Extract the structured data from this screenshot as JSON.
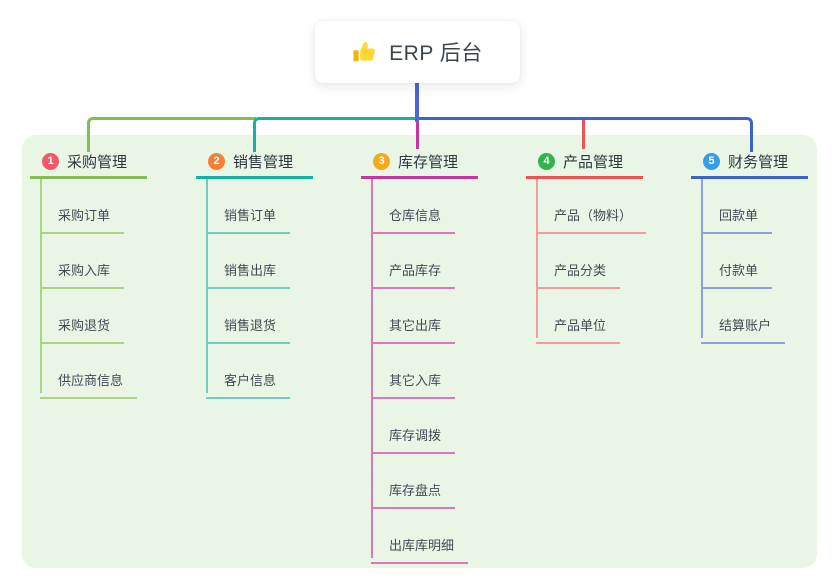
{
  "root": {
    "title": "ERP 后台",
    "icon": "thumbs-up-icon",
    "line_color": "#4d64d2",
    "card_bg": "#ffffff",
    "title_color": "#3b454e",
    "thumb_colors": {
      "hand": "#fdd835",
      "cuff": "#f6b40e"
    }
  },
  "canvas": {
    "panel_bg": "#eaf6e5",
    "page_bg": "#ffffff"
  },
  "branches": [
    {
      "num": "1",
      "label": "采购管理",
      "badge_color": "#f15968",
      "line_color": "#84bd50",
      "child_line_color": "#aad386",
      "children": [
        "采购订单",
        "采购入库",
        "采购退货",
        "供应商信息"
      ]
    },
    {
      "num": "2",
      "label": "销售管理",
      "badge_color": "#f67f36",
      "line_color": "#13b2a3",
      "child_line_color": "#72ccc2",
      "children": [
        "销售订单",
        "销售出库",
        "销售退货",
        "客户信息"
      ]
    },
    {
      "num": "3",
      "label": "库存管理",
      "badge_color": "#f6a91c",
      "line_color": "#ca349d",
      "child_line_color": "#de76bc",
      "children": [
        "仓库信息",
        "产品库存",
        "其它出库",
        "其它入库",
        "库存调拨",
        "库存盘点",
        "出库库明细"
      ]
    },
    {
      "num": "4",
      "label": "产品管理",
      "badge_color": "#30b450",
      "line_color": "#f1514f",
      "child_line_color": "#f79b99",
      "children": [
        "产品（物料）",
        "产品分类",
        "产品单位"
      ]
    },
    {
      "num": "5",
      "label": "财务管理",
      "badge_color": "#339fe6",
      "line_color": "#3d63ca",
      "child_line_color": "#8ba3dc",
      "children": [
        "回款单",
        "付款单",
        "结算账户"
      ]
    }
  ]
}
